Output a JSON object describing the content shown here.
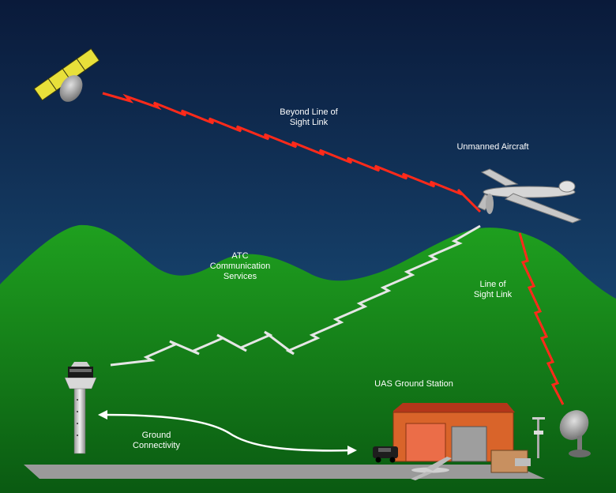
{
  "labels": {
    "bvlos_link": "Beyond Line of\nSight Link",
    "unmanned_aircraft": "Unmanned Aircraft",
    "atc_services": "ATC\nCommunication\nServices",
    "los_link": "Line of\nSight Link",
    "uas_ground_station": "UAS Ground Station",
    "ground_connectivity": "Ground\nConnectivity"
  },
  "colors": {
    "sky_top": "#0a1a3a",
    "sky_bottom": "#1e5c8c",
    "hills_light": "#1fa01f",
    "hills_dark": "#0a5a12",
    "satellite_link": "#ff2a1a",
    "atc_link": "#e6e6e6",
    "los_link": "#ff2a1a",
    "runway": "#9a9a9a",
    "building_roof": "#b3361a",
    "building_wall": "#d9642a",
    "satellite_panel": "#e8e03a"
  },
  "icons": [
    "satellite-icon",
    "unmanned-aircraft-icon",
    "control-tower-icon",
    "ground-station-building-icon",
    "satellite-dish-icon",
    "weather-station-icon",
    "vehicle-icon",
    "parked-aircraft-icon"
  ]
}
